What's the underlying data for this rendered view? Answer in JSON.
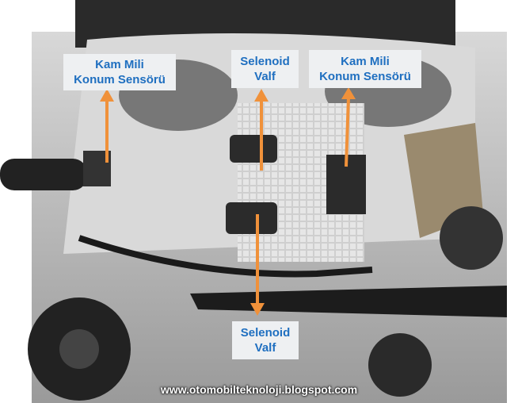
{
  "labels": {
    "cam_sensor_left": {
      "line1": "Kam Mili",
      "line2": "Konum Sensörü"
    },
    "solenoid_top": {
      "line1": "Selenoid",
      "line2": "Valf"
    },
    "cam_sensor_right": {
      "line1": "Kam Mili",
      "line2": "Konum Sensörü"
    },
    "solenoid_bottom": {
      "line1": "Selenoid",
      "line2": "Valf"
    }
  },
  "watermark": "www.otomobilteknoloji.blogspot.com",
  "colors": {
    "label_text": "#1f6fc0",
    "arrow": "#f0913a",
    "label_bg": "#eef0f2"
  }
}
